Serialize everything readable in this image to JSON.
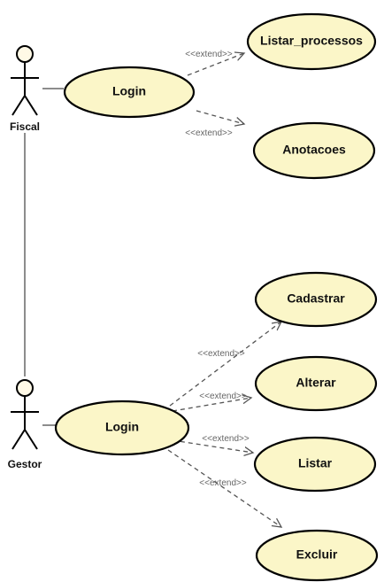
{
  "actors": {
    "fiscal": {
      "label": "Fiscal"
    },
    "gestor": {
      "label": "Gestor"
    }
  },
  "use_cases": {
    "login_fiscal": "Login",
    "listar_processos": "Listar_processos",
    "anotacoes": "Anotacoes",
    "login_gestor": "Login",
    "cadastrar": "Cadastrar",
    "alterar": "Alterar",
    "listar": "Listar",
    "excluir": "Excluir"
  },
  "relations": {
    "ext_listar_processos": "<<extend>>",
    "ext_anotacoes": "<<extend>>",
    "ext_cadastrar": "<<extend>>",
    "ext_alterar": "<<extend>>",
    "ext_listar": "<<extend>>",
    "ext_excluir": "<<extend>>"
  }
}
